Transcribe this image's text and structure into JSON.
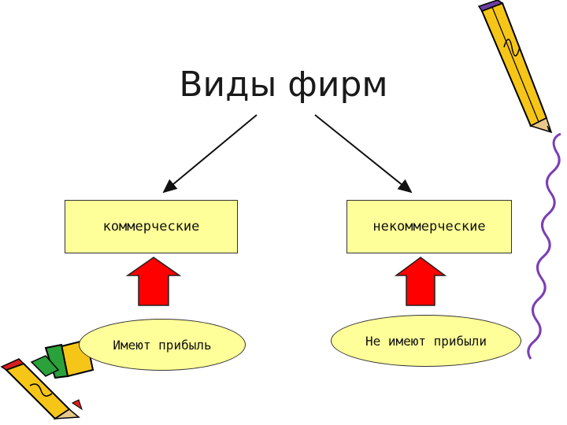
{
  "diagram": {
    "title": "Виды фирм",
    "left_box": "коммерческие",
    "right_box": "некоммерческие",
    "left_oval": "Имеют прибыль",
    "right_oval": "Не имеют прибыли"
  },
  "colors": {
    "box_fill": "#ffff99",
    "arrow_up": "#ff0000",
    "connector": "#111111"
  },
  "icons": [
    "pencil-icon-top-right",
    "pencils-icon-bottom-left",
    "squiggle-border-right"
  ]
}
